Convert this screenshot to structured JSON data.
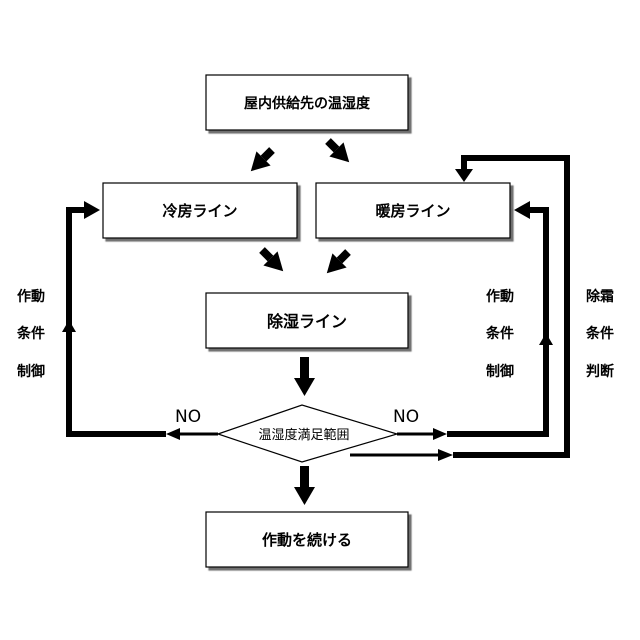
{
  "boxes": {
    "source": "屋内供給先の温湿度",
    "cooling": "冷房ライン",
    "heating": "暖房ライン",
    "dehum": "除湿ライン",
    "continue": "作動を続ける"
  },
  "decision": "温湿度満足範囲",
  "no_left": "NO",
  "no_right": "NO",
  "left_side": [
    "作動",
    "条件",
    "制御"
  ],
  "mid_side": [
    "作動",
    "条件",
    "制御"
  ],
  "right_side": [
    "除霜",
    "条件",
    "判断"
  ]
}
